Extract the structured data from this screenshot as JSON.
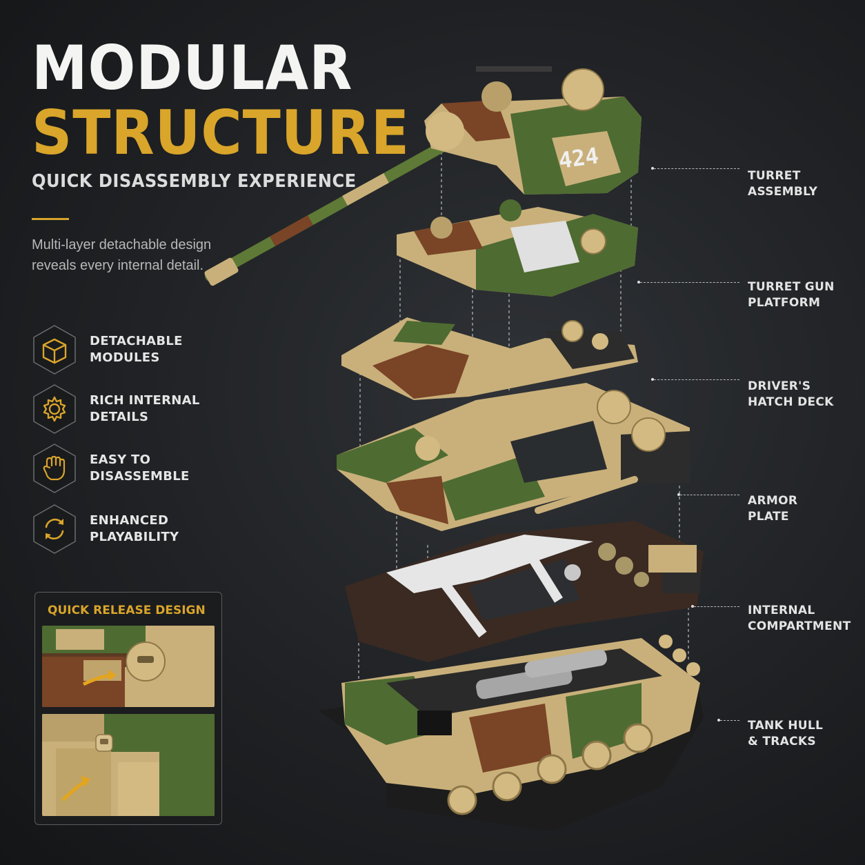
{
  "header": {
    "line1": "MODULAR",
    "line2": "STRUCTURE",
    "subtitle": "QUICK DISASSEMBLY EXPERIENCE",
    "description": "Multi-layer detachable design reveals every internal detail."
  },
  "features": [
    {
      "label": "DETACHABLE\nMODULES",
      "icon": "cube-icon"
    },
    {
      "label": "RICH INTERNAL\nDETAILS",
      "icon": "gear-icon"
    },
    {
      "label": "EASY TO\nDISASSEMBLE",
      "icon": "fist-icon"
    },
    {
      "label": "ENHANCED\nPLAYABILITY",
      "icon": "refresh-icon"
    }
  ],
  "quick_release": {
    "title": "QUICK RELEASE DESIGN"
  },
  "turret_number": "424",
  "callouts": [
    {
      "label": "TURRET\nASSEMBLY"
    },
    {
      "label": "TURRET GUN\nPLATFORM"
    },
    {
      "label": "DRIVER'S\nHATCH DECK"
    },
    {
      "label": "ARMOR\nPLATE"
    },
    {
      "label": "INTERNAL\nCOMPARTMENT"
    },
    {
      "label": "TANK HULL\n& TRACKS"
    }
  ],
  "colors": {
    "accent_gold": "#d9a52a",
    "camo_tan": "#c9b07a",
    "camo_green": "#4e6b32",
    "camo_brown": "#7a4426",
    "background": "#1f2124"
  }
}
